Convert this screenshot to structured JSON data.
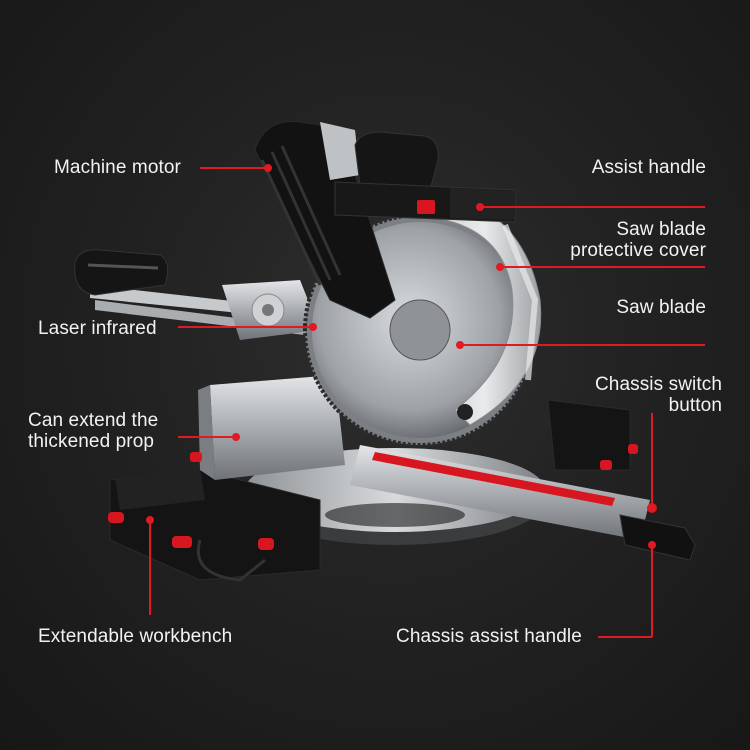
{
  "labels": {
    "machine_motor": "Machine motor",
    "assist_handle": "Assist handle",
    "saw_blade_cover_1": "Saw blade",
    "saw_blade_cover_2": "protective cover",
    "saw_blade": "Saw blade",
    "laser_infrared": "Laser infrared",
    "chassis_switch_1": "Chassis switch",
    "chassis_switch_2": "button",
    "extend_prop_1": "Can extend the",
    "extend_prop_2": "thickened prop",
    "extendable_workbench": "Extendable workbench",
    "chassis_assist_handle": "Chassis assist handle"
  },
  "colors": {
    "background": "#1c1c1c",
    "leader_line": "#e01a22",
    "accent_red": "#d8161f",
    "metal": "#b9bcbf",
    "body_dark": "#111111"
  }
}
